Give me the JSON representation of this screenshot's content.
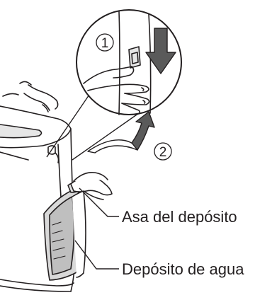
{
  "diagram": {
    "steps": [
      {
        "number": "1"
      },
      {
        "number": "2"
      }
    ],
    "labels": {
      "handle": "Asa del depósito",
      "tank": "Depósito de agua"
    },
    "colors": {
      "line": "#231f20",
      "arrow_fill": "#5a5a5a",
      "device_shade": "#d9d9d9",
      "background": "#ffffff"
    }
  }
}
